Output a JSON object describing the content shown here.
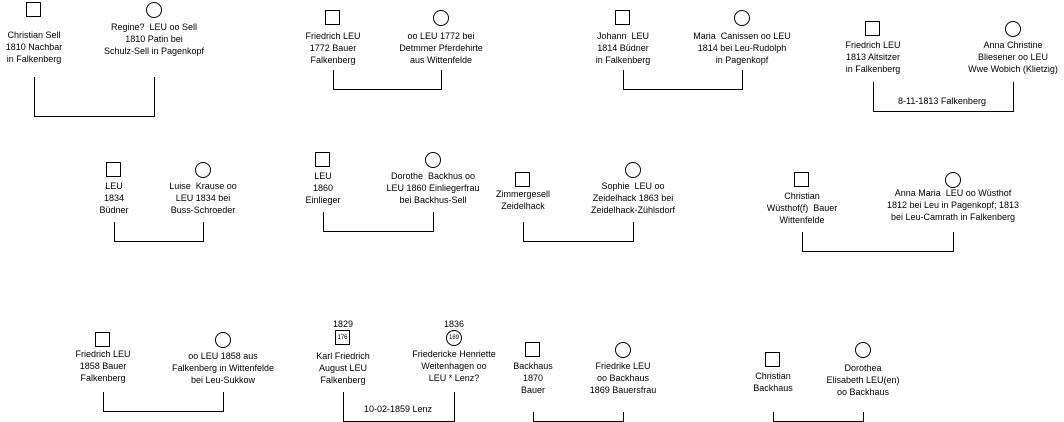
{
  "families": [
    {
      "father": {
        "text": [
          "Christian Sell",
          "1810 Nachbar",
          "in Falkenberg"
        ]
      },
      "mother": {
        "text": [
          "Regine?  LEU oo Sell",
          "1810 Patin bei",
          "Schulz-Sell in Pagenkopf"
        ]
      },
      "marriage": ""
    },
    {
      "father": {
        "text": [
          "Friedrich LEU",
          "1772 Bauer",
          "Falkenberg"
        ]
      },
      "mother": {
        "text": [
          "oo LEU 1772 bei",
          "Detmmer Pferdehirte",
          "aus Wittenfelde"
        ]
      },
      "marriage": ""
    },
    {
      "father": {
        "text": [
          "Johann  LEU",
          "1814 Büdner",
          "in Falkenberg"
        ]
      },
      "mother": {
        "text": [
          "Maria  Canissen oo LEU",
          "1814 bei Leu-Rudolph",
          "in Pagenkopf"
        ]
      },
      "marriage": ""
    },
    {
      "father": {
        "text": [
          "Friedrich LEU",
          "1813 Altsitzer",
          "in Falkenberg"
        ]
      },
      "mother": {
        "text": [
          "Anna Christine",
          "Bliesener oo LEU",
          "Wwe Wobich (Klietzig)"
        ]
      },
      "marriage": "8-11-1813 Falkenberg"
    },
    {
      "father": {
        "text": [
          "LEU",
          "1834",
          "Büdner"
        ]
      },
      "mother": {
        "text": [
          "Luise  Krause oo",
          "LEU 1834 bei",
          "Buss-Schroeder"
        ]
      },
      "marriage": ""
    },
    {
      "father": {
        "text": [
          "LEU",
          "1860",
          "Einlieger"
        ]
      },
      "mother": {
        "text": [
          "Dorothe  Backhus oo",
          "LEU 1860 Einliegerfrau",
          "bei Backhus-Sell"
        ]
      },
      "marriage": ""
    },
    {
      "father": {
        "text": [
          "Zimmergesell",
          "Zeidelhack"
        ]
      },
      "mother": {
        "text": [
          "Sophie  LEU oo",
          "Zeidelhack 1863 bei",
          "Zeidelhack-Zühlsdorf"
        ]
      },
      "marriage": ""
    },
    {
      "father": {
        "text": [
          "Christian",
          "Wüsthof(f)  Bauer",
          "Wittenfelde"
        ]
      },
      "mother": {
        "text": [
          "Anna Maria  LEU oo Wüsthof",
          "1812 bei Leu in Pagenkopf; 1813",
          "bei Leu-Camrath in Falkenberg"
        ]
      },
      "marriage": ""
    },
    {
      "father": {
        "text": [
          "Friedrich LEU",
          "1858 Bauer",
          "Falkenberg"
        ]
      },
      "mother": {
        "text": [
          "oo LEU 1858 aus",
          "Falkenberg in Wittenfelde",
          "bei Leu-Sukkow"
        ]
      },
      "marriage": ""
    },
    {
      "father": {
        "text": [
          "Karl Friedrich",
          "August LEU",
          "Falkenberg"
        ],
        "year": "1829",
        "number": "176"
      },
      "mother": {
        "text": [
          "Friedericke Henriette",
          "Weitenhagen oo",
          "LEU * Lenz?"
        ],
        "year": "1836",
        "number": "169"
      },
      "marriage": "10-02-1859 Lenz"
    },
    {
      "father": {
        "text": [
          "Backhaus",
          "1870",
          "Bauer"
        ]
      },
      "mother": {
        "text": [
          "Friedrike LEU",
          "oo Backhaus",
          "1869 Bauersfrau"
        ]
      },
      "marriage": ""
    },
    {
      "father": {
        "text": [
          "Christian",
          "Backhaus"
        ]
      },
      "mother": {
        "text": [
          "Dorothea",
          "Elisabeth LEU(en)",
          "oo Backhaus"
        ]
      },
      "marriage": ""
    }
  ]
}
